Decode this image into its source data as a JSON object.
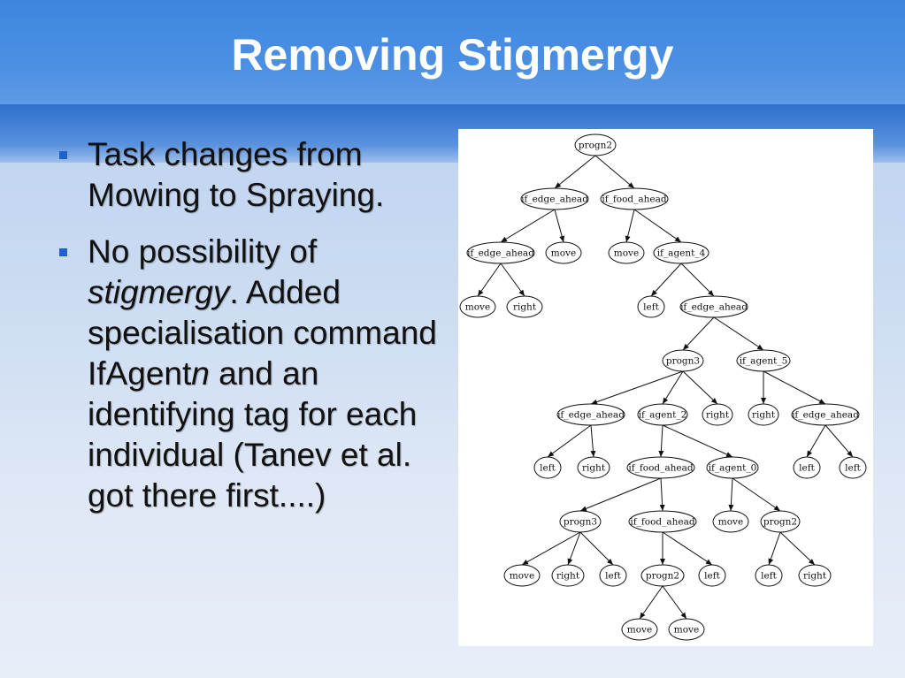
{
  "slide": {
    "title": "Removing Stigmergy",
    "bullets": [
      {
        "text": "Task changes from Mowing to Spraying."
      },
      {
        "part1": "No possibility of ",
        "part2_italic": "stigmergy",
        "part3": ". Added specialisation command IfAgent",
        "part4_italic": "n",
        "part5": " and an identifying tag for each individual (Tanev et al. got there first....)"
      }
    ]
  },
  "tree": {
    "nodes": [
      {
        "id": "n0",
        "label": "progn2"
      },
      {
        "id": "n1",
        "label": "if_edge_ahead"
      },
      {
        "id": "n2",
        "label": "if_food_ahead"
      },
      {
        "id": "n3",
        "label": "if_edge_ahead"
      },
      {
        "id": "n4",
        "label": "move"
      },
      {
        "id": "n5",
        "label": "move"
      },
      {
        "id": "n6",
        "label": "if_agent_4"
      },
      {
        "id": "n7",
        "label": "move"
      },
      {
        "id": "n8",
        "label": "right"
      },
      {
        "id": "n9",
        "label": "left"
      },
      {
        "id": "n10",
        "label": "if_edge_ahead"
      },
      {
        "id": "n11",
        "label": "progn3"
      },
      {
        "id": "n12",
        "label": "if_agent_5"
      },
      {
        "id": "n13",
        "label": "if_edge_ahead"
      },
      {
        "id": "n14",
        "label": "if_agent_2"
      },
      {
        "id": "n15",
        "label": "right"
      },
      {
        "id": "n16",
        "label": "right"
      },
      {
        "id": "n17",
        "label": "if_edge_ahead"
      },
      {
        "id": "n18",
        "label": "left"
      },
      {
        "id": "n19",
        "label": "right"
      },
      {
        "id": "n20",
        "label": "if_food_ahead"
      },
      {
        "id": "n21",
        "label": "if_agent_0"
      },
      {
        "id": "n22",
        "label": "left"
      },
      {
        "id": "n23",
        "label": "left"
      },
      {
        "id": "n24",
        "label": "progn3"
      },
      {
        "id": "n25",
        "label": "if_food_ahead"
      },
      {
        "id": "n26",
        "label": "move"
      },
      {
        "id": "n27",
        "label": "progn2"
      },
      {
        "id": "n28",
        "label": "move"
      },
      {
        "id": "n29",
        "label": "right"
      },
      {
        "id": "n30",
        "label": "left"
      },
      {
        "id": "n31",
        "label": "progn2"
      },
      {
        "id": "n32",
        "label": "left"
      },
      {
        "id": "n33",
        "label": "left"
      },
      {
        "id": "n34",
        "label": "right"
      },
      {
        "id": "n35",
        "label": "move"
      },
      {
        "id": "n36",
        "label": "move"
      }
    ],
    "edges": [
      [
        "n0",
        "n1"
      ],
      [
        "n0",
        "n2"
      ],
      [
        "n1",
        "n3"
      ],
      [
        "n1",
        "n4"
      ],
      [
        "n2",
        "n5"
      ],
      [
        "n2",
        "n6"
      ],
      [
        "n3",
        "n7"
      ],
      [
        "n3",
        "n8"
      ],
      [
        "n6",
        "n9"
      ],
      [
        "n6",
        "n10"
      ],
      [
        "n10",
        "n11"
      ],
      [
        "n10",
        "n12"
      ],
      [
        "n11",
        "n13"
      ],
      [
        "n11",
        "n14"
      ],
      [
        "n11",
        "n15"
      ],
      [
        "n12",
        "n16"
      ],
      [
        "n12",
        "n17"
      ],
      [
        "n13",
        "n18"
      ],
      [
        "n13",
        "n19"
      ],
      [
        "n14",
        "n20"
      ],
      [
        "n14",
        "n21"
      ],
      [
        "n17",
        "n22"
      ],
      [
        "n17",
        "n23"
      ],
      [
        "n20",
        "n24"
      ],
      [
        "n20",
        "n25"
      ],
      [
        "n21",
        "n26"
      ],
      [
        "n21",
        "n27"
      ],
      [
        "n24",
        "n28"
      ],
      [
        "n24",
        "n29"
      ],
      [
        "n24",
        "n30"
      ],
      [
        "n25",
        "n31"
      ],
      [
        "n25",
        "n32"
      ],
      [
        "n27",
        "n33"
      ],
      [
        "n27",
        "n34"
      ],
      [
        "n31",
        "n35"
      ],
      [
        "n31",
        "n36"
      ]
    ]
  }
}
